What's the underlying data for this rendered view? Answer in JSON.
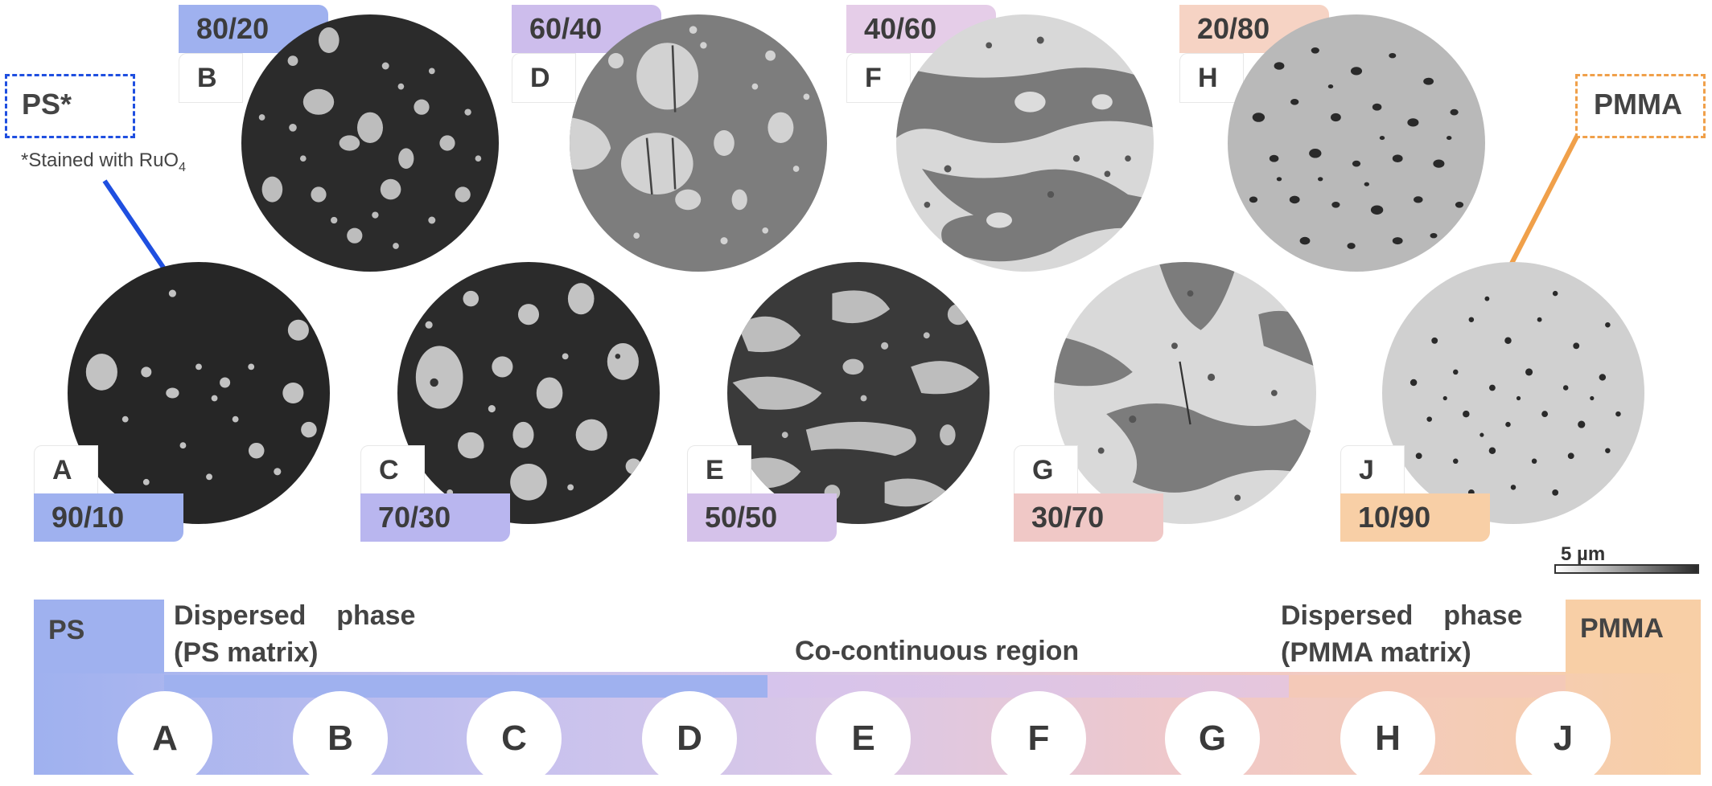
{
  "colors": {
    "ps": "#9fb1ef",
    "ps_strong": "#1f4fe0",
    "purple": "#cdbdec",
    "pink": "#e8c4d6",
    "salmon": "#f3c8b8",
    "pmma": "#f8cfa6",
    "pmma_strong": "#f0a04a"
  },
  "legend": {
    "ps_label": "PS*",
    "stain_note": "*Stained with RuO",
    "stain_sub": "4",
    "pmma_label": "PMMA"
  },
  "scale_bar": "5 µm",
  "samples": [
    {
      "letter": "A",
      "ratio": "90/10"
    },
    {
      "letter": "B",
      "ratio": "80/20"
    },
    {
      "letter": "C",
      "ratio": "70/30"
    },
    {
      "letter": "D",
      "ratio": "60/40"
    },
    {
      "letter": "E",
      "ratio": "50/50"
    },
    {
      "letter": "F",
      "ratio": "40/60"
    },
    {
      "letter": "G",
      "ratio": "30/70"
    },
    {
      "letter": "H",
      "ratio": "20/80"
    },
    {
      "letter": "J",
      "ratio": "10/90"
    }
  ],
  "timeline": {
    "ps_end": "PS",
    "pmma_end": "PMMA",
    "left_region_1": "Dispersed    phase",
    "left_region_2": "(PS matrix)",
    "center_region": "Co-continuous region",
    "right_region_1": "Dispersed    phase",
    "right_region_2": "(PMMA matrix)",
    "nodes": [
      "A",
      "B",
      "C",
      "D",
      "E",
      "F",
      "G",
      "H",
      "J"
    ]
  }
}
